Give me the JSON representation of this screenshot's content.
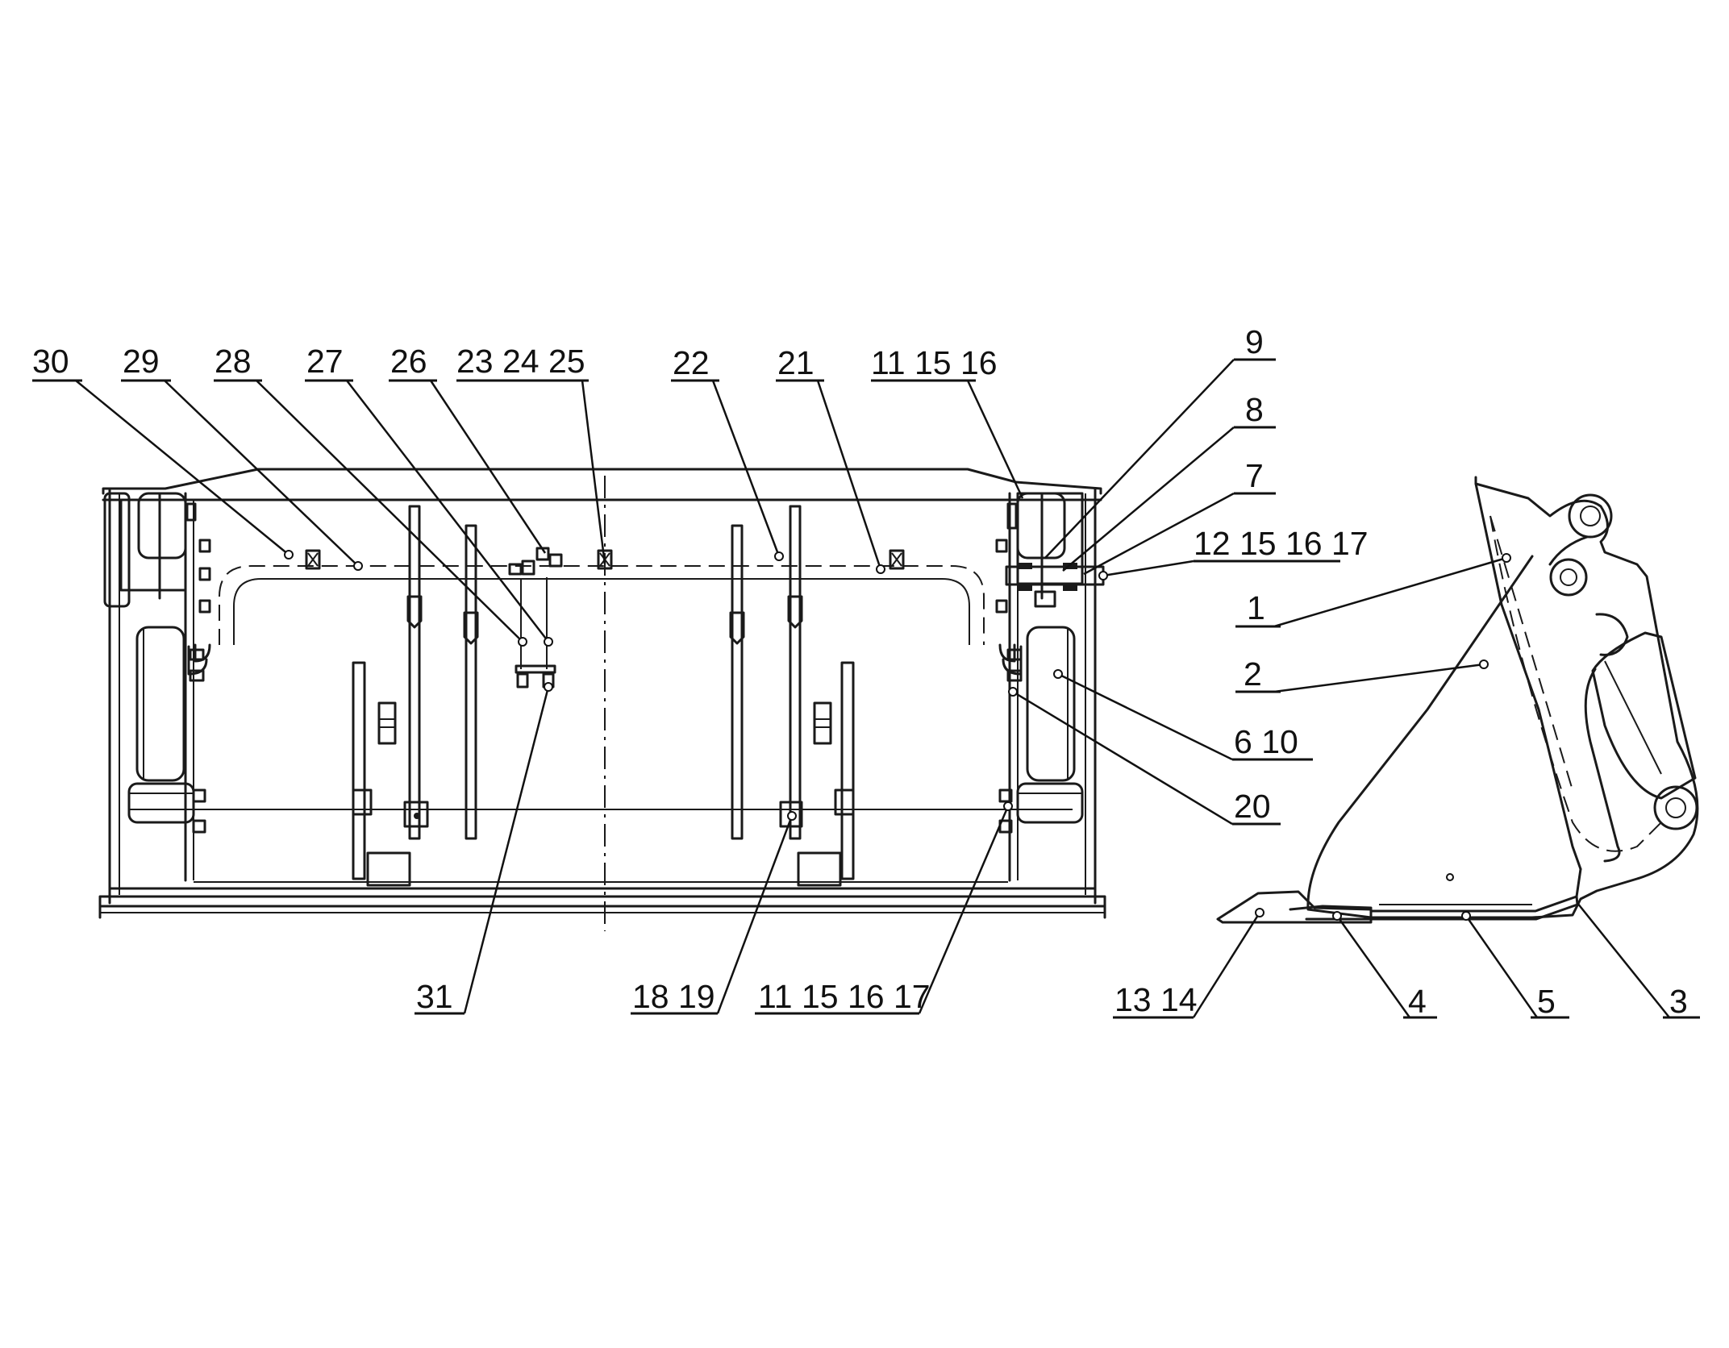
{
  "callouts": [
    {
      "id": "c30",
      "text": "30"
    },
    {
      "id": "c29",
      "text": "29"
    },
    {
      "id": "c28",
      "text": "28"
    },
    {
      "id": "c27",
      "text": "27"
    },
    {
      "id": "c26",
      "text": "26"
    },
    {
      "id": "c232425",
      "text": "23 24 25"
    },
    {
      "id": "c22",
      "text": "22"
    },
    {
      "id": "c21",
      "text": "21"
    },
    {
      "id": "c111516top",
      "text": "11 15 16"
    },
    {
      "id": "c9",
      "text": "9"
    },
    {
      "id": "c8",
      "text": "8"
    },
    {
      "id": "c7",
      "text": "7"
    },
    {
      "id": "c12151617",
      "text": "12 15 16 17"
    },
    {
      "id": "c1",
      "text": "1"
    },
    {
      "id": "c2",
      "text": "2"
    },
    {
      "id": "c610",
      "text": "6 10"
    },
    {
      "id": "c20",
      "text": "20"
    },
    {
      "id": "c31",
      "text": "31"
    },
    {
      "id": "c1819",
      "text": "18 19"
    },
    {
      "id": "c11151617bot",
      "text": "11 15 16 17"
    },
    {
      "id": "c1314",
      "text": "13 14"
    },
    {
      "id": "c4",
      "text": "4"
    },
    {
      "id": "c5",
      "text": "5"
    },
    {
      "id": "c3",
      "text": "3"
    }
  ]
}
